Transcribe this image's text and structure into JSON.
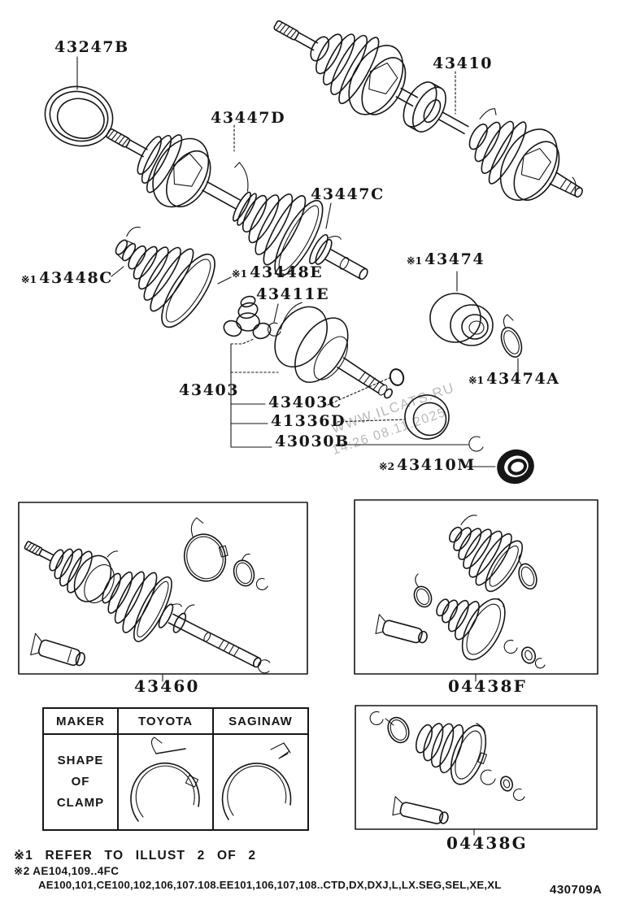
{
  "colors": {
    "ink": "#161616",
    "paper": "#ffffff",
    "watermark_gray": "rgba(50,50,50,0.34)"
  },
  "watermark": {
    "line1": "WWW.ILCATS.RU",
    "line2": "14:26 08.11.2025"
  },
  "part_labels": [
    {
      "prefix": "",
      "number": "43247B"
    },
    {
      "prefix": "",
      "number": "43410"
    },
    {
      "prefix": "",
      "number": "43447D"
    },
    {
      "prefix": "",
      "number": "43447C"
    },
    {
      "prefix": "※1",
      "number": "43448C"
    },
    {
      "prefix": "※1",
      "number": "43448E"
    },
    {
      "prefix": "",
      "number": "43411E"
    },
    {
      "prefix": "※1",
      "number": "43474"
    },
    {
      "prefix": "※1",
      "number": "43474A"
    },
    {
      "prefix": "",
      "number": "43403"
    },
    {
      "prefix": "",
      "number": "43403C"
    },
    {
      "prefix": "",
      "number": "41336D"
    },
    {
      "prefix": "",
      "number": "43030B"
    },
    {
      "prefix": "※2",
      "number": "43410M"
    }
  ],
  "kit_labels": [
    {
      "number": "43460"
    },
    {
      "number": "04438F"
    },
    {
      "number": "04438G"
    }
  ],
  "clamp_table": {
    "headers": [
      "MAKER",
      "TOYOTA",
      "SAGINAW"
    ],
    "row_label_lines": [
      "SHAPE",
      "OF",
      "CLAMP"
    ]
  },
  "footnotes": [
    "※1 REFER TO ILLUST 2 OF 2",
    "※2 AE104,109..4FC",
    "AE100,101,CE100,102,106,107.108.EE101,106,107,108..CTD,DX,DXJ,L,LX.SEG,SEL,XE,XL"
  ],
  "doc_code": "430709A"
}
